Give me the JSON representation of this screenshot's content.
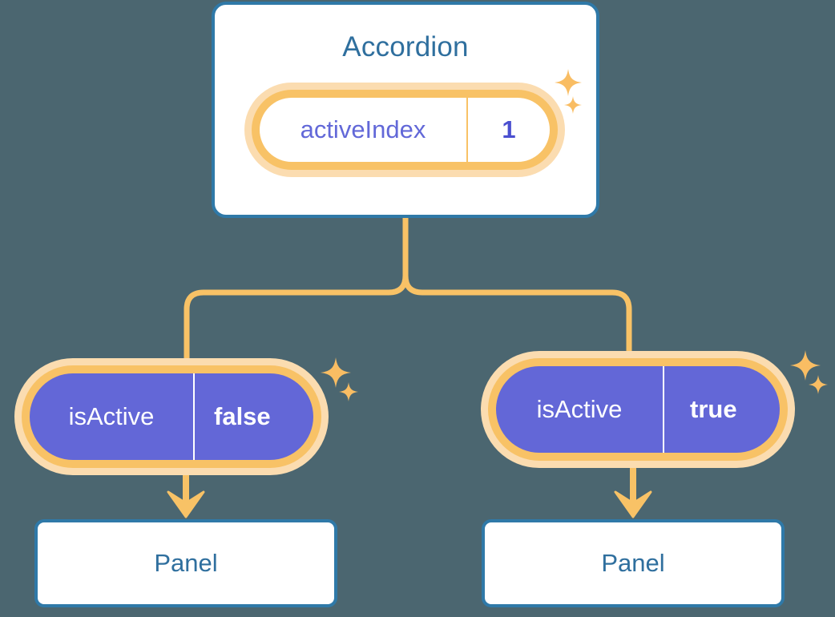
{
  "theme": {
    "background": "#4b6670",
    "card_border": "#2f79a8",
    "card_fill": "#ffffff",
    "title_text": "#2f6f9e",
    "connector": "#f8c266",
    "ring": "#f8c266",
    "ring_glow": "#fbdcb0",
    "pill_solid_fill": "#6367d7",
    "pill_key_purple": "#6268d8",
    "pill_value_purple": "#4a4fd0",
    "pill_text_white": "#ffffff",
    "sparkle": "#f9bd63"
  },
  "root": {
    "title": "Accordion",
    "state_badge": {
      "key": "activeIndex",
      "value": "1",
      "style": "light",
      "highlighted": true
    },
    "sparkles": [
      "sparkle-big",
      "sparkle-small"
    ]
  },
  "children": [
    {
      "id": "left",
      "state_badge": {
        "key": "isActive",
        "value": "false",
        "style": "solid",
        "highlighted": true
      },
      "panel": {
        "title": "Panel"
      },
      "sparkles": [
        "sparkle-big",
        "sparkle-small"
      ]
    },
    {
      "id": "right",
      "state_badge": {
        "key": "isActive",
        "value": "true",
        "style": "solid",
        "highlighted": true
      },
      "panel": {
        "title": "Panel"
      },
      "sparkles": [
        "sparkle-big",
        "sparkle-small"
      ]
    }
  ],
  "connectors": {
    "style": "rounded-elbow",
    "color": "#f8c266",
    "stroke_width": 7,
    "arrowheads": 2,
    "description": "Root card splits into two rounded elbow branches feeding the left and right isActive badges; each badge drops a straight arrow into its Panel card."
  }
}
